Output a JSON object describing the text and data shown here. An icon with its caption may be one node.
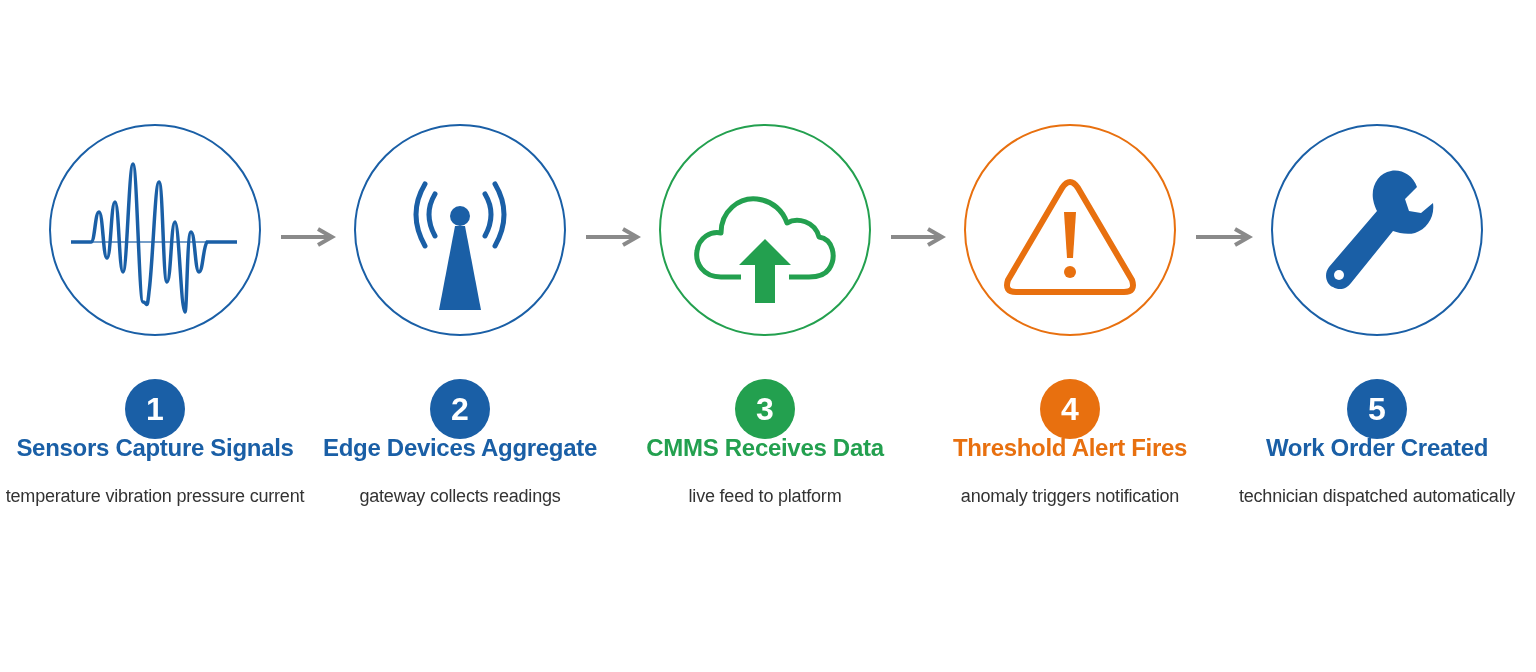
{
  "diagram": {
    "nodes": [
      {
        "text": [
          "1",
          "Sensors Capture Signals",
          "temperature vibration pressure current"
        ]
      },
      {
        "text": [
          "2",
          "Edge Devices Aggregate",
          "gateway collects readings"
        ]
      },
      {
        "text": [
          "3",
          "CMMS Receives Data",
          "live feed to platform"
        ]
      },
      {
        "text": [
          "4",
          "Threshold Alert Fires",
          "anomaly triggers notification"
        ]
      },
      {
        "text": [
          "5",
          "Work Order Created",
          "technician dispatched automatically"
        ]
      }
    ],
    "edges": [
      {
        "from": 0,
        "to": 1,
        "arrow": "to"
      },
      {
        "from": 1,
        "to": 2,
        "arrow": "to"
      },
      {
        "from": 2,
        "to": 3,
        "arrow": "to"
      },
      {
        "from": 3,
        "to": 4,
        "arrow": "to"
      }
    ]
  }
}
